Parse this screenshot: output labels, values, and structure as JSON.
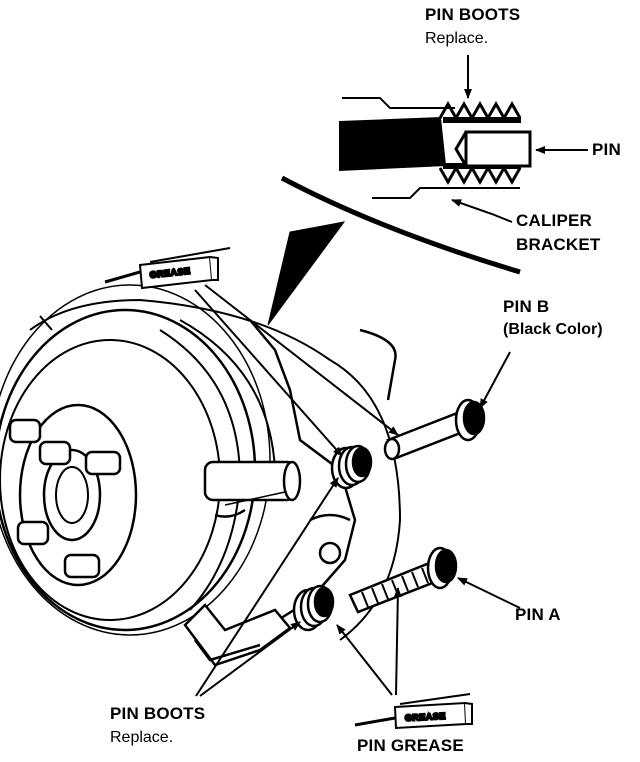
{
  "labels": {
    "pin_boots_top": "PIN BOOTS",
    "pin_boots_top_note": "Replace.",
    "pin": "PIN",
    "caliper_bracket_line1": "CALIPER",
    "caliper_bracket_line2": "BRACKET",
    "pin_b": "PIN B",
    "pin_b_note": "(Black Color)",
    "pin_a": "PIN A",
    "pin_boots_bottom": "PIN BOOTS",
    "pin_boots_bottom_note": "Replace.",
    "pin_grease": "PIN GREASE"
  },
  "tubes": {
    "top": "GREASE",
    "bottom": "GREASE"
  },
  "colors": {
    "ink": "#000000",
    "paper": "#ffffff"
  }
}
